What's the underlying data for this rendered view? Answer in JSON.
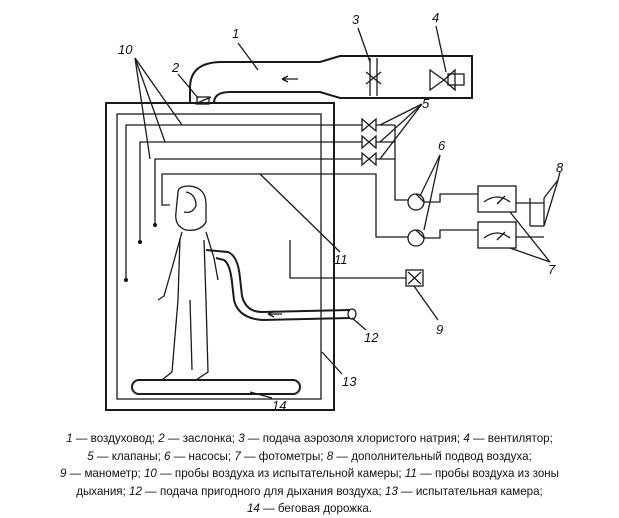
{
  "labels": {
    "l1": "1",
    "l2": "2",
    "l3": "3",
    "l4": "4",
    "l5": "5",
    "l6": "6",
    "l7": "7",
    "l8": "8",
    "l9": "9",
    "l10": "10",
    "l11": "11",
    "l12": "12",
    "l13": "13",
    "l14": "14"
  },
  "caption": {
    "line1": [
      {
        "n": "1",
        "t": " — воздуховод; "
      },
      {
        "n": "2",
        "t": " — заслонка; "
      },
      {
        "n": "3",
        "t": " — подача аэрозоля хлористого натрия; "
      },
      {
        "n": "4",
        "t": " — вентилятор;"
      }
    ],
    "line2": [
      {
        "n": "5",
        "t": " — клапаны; "
      },
      {
        "n": "6",
        "t": " — насосы; "
      },
      {
        "n": "7",
        "t": " — фотометры; "
      },
      {
        "n": "8",
        "t": " — дополнительный подвод воздуха;"
      }
    ],
    "line3": [
      {
        "n": "9",
        "t": " — манометр; "
      },
      {
        "n": "10",
        "t": " — пробы воздуха из испытательной камеры; "
      },
      {
        "n": "11",
        "t": " — пробы воздуха из зоны"
      }
    ],
    "line4": [
      {
        "n": "",
        "t": "дыхания; "
      },
      {
        "n": "12",
        "t": " — подача пригодного для дыхания воздуха; "
      },
      {
        "n": "13",
        "t": " — испытательная камера;"
      }
    ],
    "line5": [
      {
        "n": "14",
        "t": " — беговая дорожка."
      }
    ]
  }
}
